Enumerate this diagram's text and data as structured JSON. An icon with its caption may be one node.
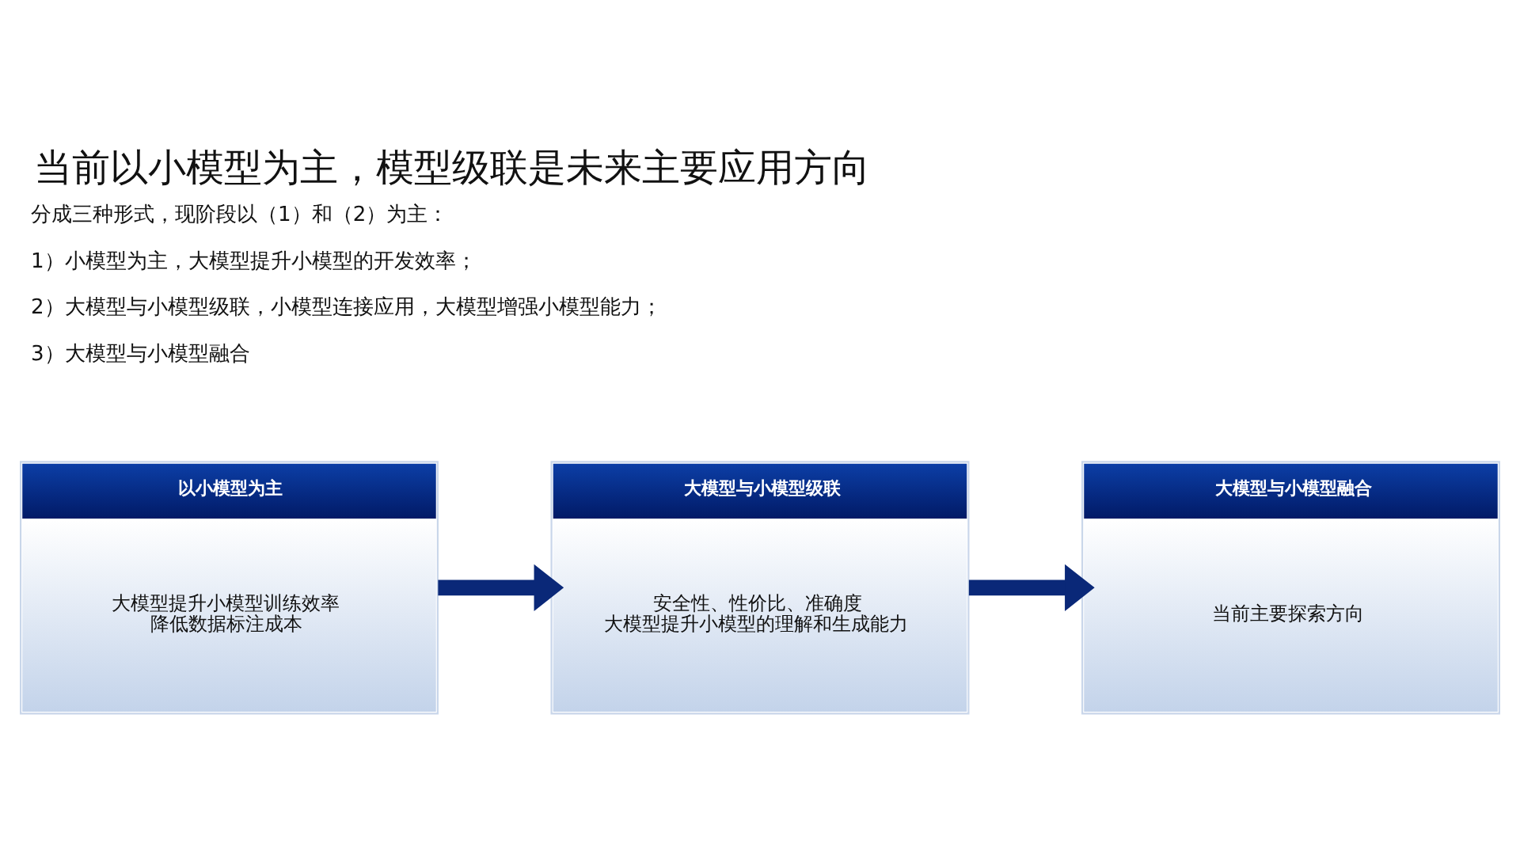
{
  "diagram": {
    "title": "当前以小模型为主，模型级联是未来主要应用方向",
    "nodes": [
      {
        "text": [
          "以小模型为主",
          "大模型提升小模型训练效率",
          "降低数据标注成本"
        ]
      },
      {
        "text": [
          "大模型与小模型级联",
          "安全性、性价比、准确度",
          "大模型提升小模型的理解和生成能力"
        ]
      },
      {
        "text": [
          "大模型与小模型融合",
          "当前主要探索方向"
        ]
      }
    ],
    "edges": [
      {
        "from": 0,
        "to": 1,
        "arrow": "to"
      },
      {
        "from": 1,
        "to": 2,
        "arrow": "to"
      }
    ],
    "labels": [
      "分成三种形式，现阶段以（1）和（2）为主：",
      "1）小模型为主，大模型提升小模型的开发效率；",
      "2）大模型与小模型级联，小模型连接应用，大模型增强小模型能力；",
      "3）大模型与小模型融合"
    ]
  }
}
